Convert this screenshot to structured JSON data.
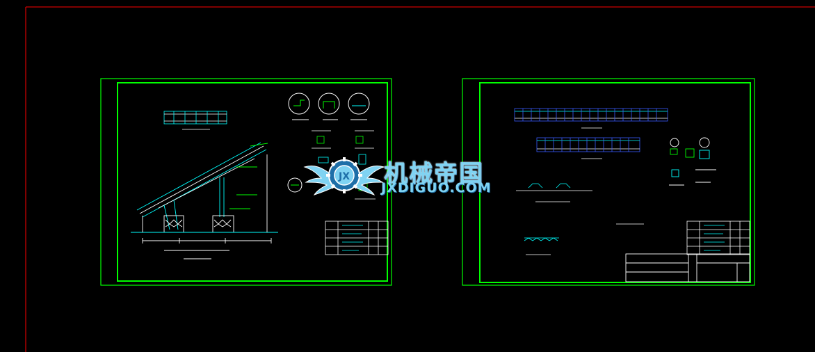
{
  "drawing": {
    "background": "#000000",
    "sheet_border_color": "#00ff00",
    "outer_boundary_color": "#ff0000",
    "detail_color_cyan": "#00ffff",
    "detail_color_white": "#ffffff",
    "detail_color_blue": "#3a5cff"
  },
  "watermark": {
    "name_cn": "机械帝国",
    "name_en": "JXDIGUO.COM",
    "logo_letters": "JX",
    "color": "#7fd3f2"
  }
}
